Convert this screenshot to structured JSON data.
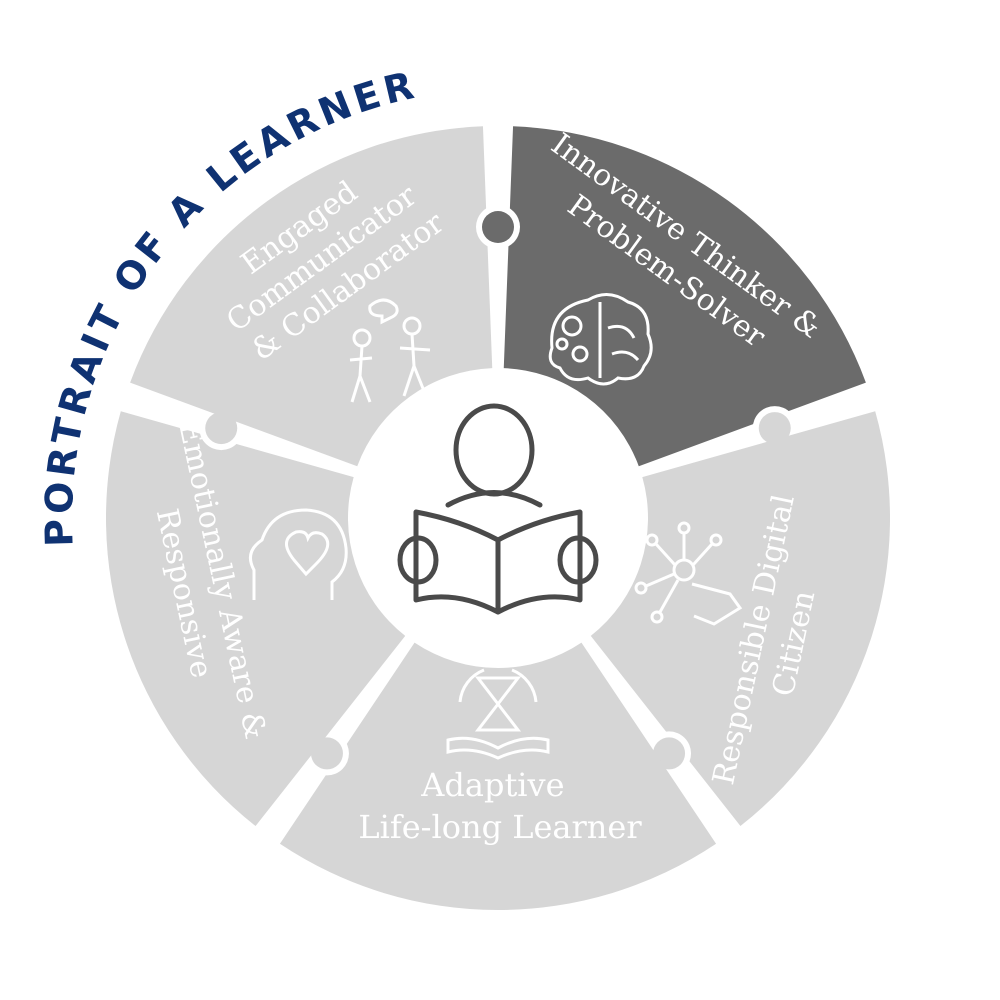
{
  "title": "PORTRAIT OF A LEARNER",
  "colors": {
    "title": "#0f3272",
    "segment_light": "#d6d6d6",
    "segment_active": "#6b6b6b",
    "segment_gap": "#ffffff",
    "text_light": "#ffffff",
    "icon_light": "#ffffff",
    "center_fill": "#ffffff",
    "center_icon": "#4a4a4a"
  },
  "center": {
    "icon": "person-reading-book-icon"
  },
  "segments": [
    {
      "id": "innovative",
      "lines": [
        "Innovative Thinker &",
        "Problem-Solver"
      ],
      "icon": "brain-gears-icon",
      "active": true
    },
    {
      "id": "digital",
      "lines": [
        "Responsible Digital",
        "Citizen"
      ],
      "icon": "hand-network-icon",
      "active": false
    },
    {
      "id": "adaptive",
      "lines": [
        "Adaptive",
        "Life-long Learner"
      ],
      "icon": "book-hourglass-icon",
      "active": false
    },
    {
      "id": "emotional",
      "lines": [
        "Emotionally Aware &",
        "Responsive"
      ],
      "icon": "head-heart-icon",
      "active": false
    },
    {
      "id": "engaged",
      "lines": [
        "Engaged",
        "Communicator",
        "& Collaborator"
      ],
      "icon": "people-talking-icon",
      "active": false
    }
  ]
}
